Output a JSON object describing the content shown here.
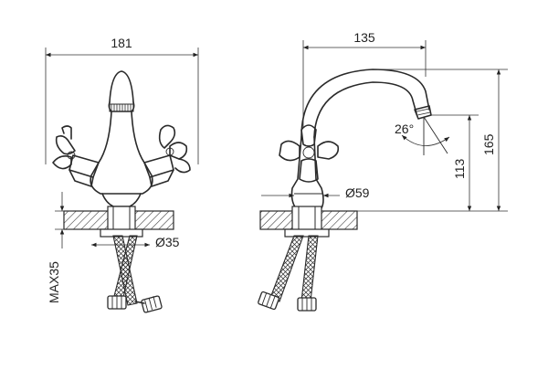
{
  "front_view": {
    "width_label": "181",
    "supply_diameter_label": "Ø35",
    "mount_depth_label": "MAX35"
  },
  "side_view": {
    "reach_label": "135",
    "base_diameter_label": "Ø59",
    "spout_angle_label": "26°",
    "outlet_height_label": "113",
    "total_height_label": "165"
  }
}
